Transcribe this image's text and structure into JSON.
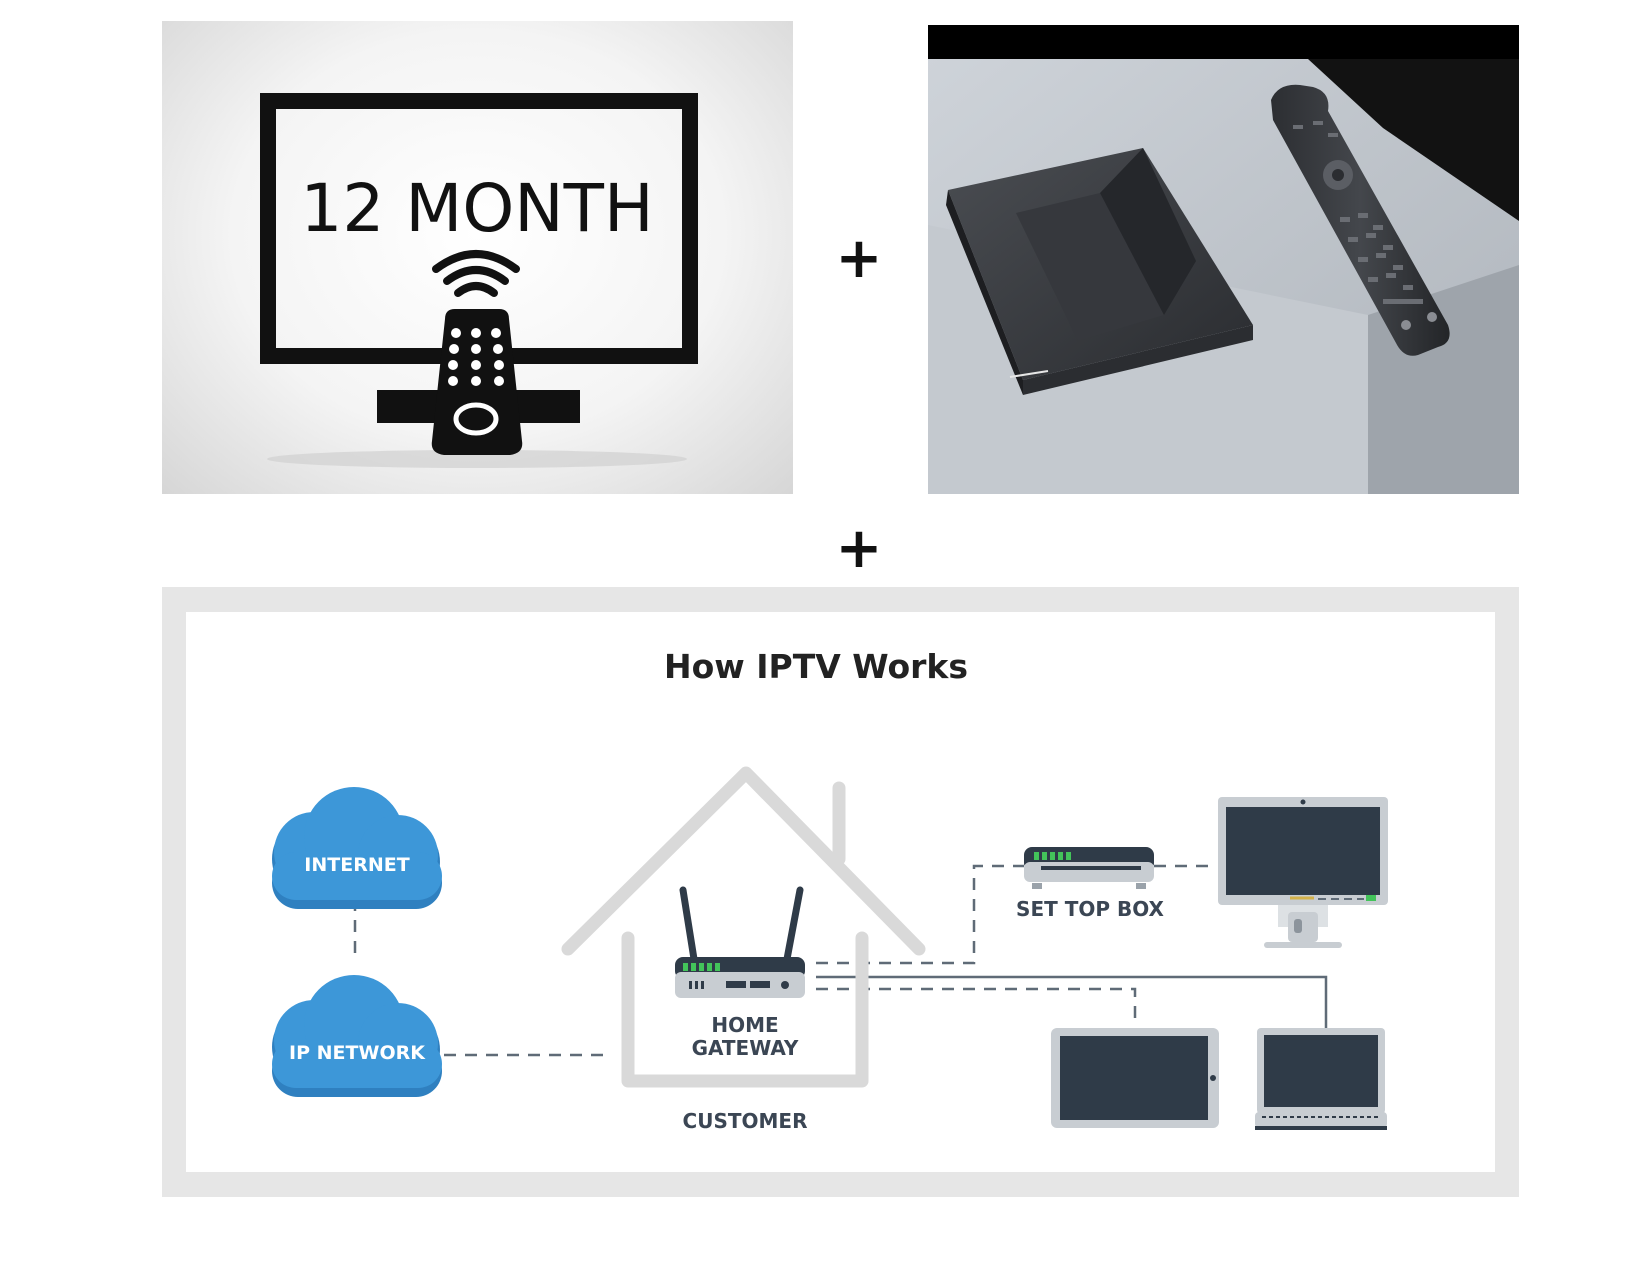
{
  "tv_card": {
    "headline": "12 MONTH"
  },
  "operator_symbols": {
    "first": "+",
    "second": "+"
  },
  "diagram": {
    "title": "How IPTV Works",
    "nodes": {
      "internet": "INTERNET",
      "ip_network": "IP NETWORK",
      "home_gateway_line1": "HOME",
      "home_gateway_line2": "GATEWAY",
      "customer": "CUSTOMER",
      "set_top_box": "SET TOP BOX"
    }
  },
  "colors": {
    "cloud_blue": "#3d97d8",
    "cloud_dark": "#2f80c0",
    "screen_dark": "#2f3b48",
    "device_frame": "#c8cdd2",
    "house_outline": "#d9d9d9",
    "led_green": "#43c45a",
    "line_gray": "#5f6b77"
  },
  "icons": [
    "tv-remote-icon",
    "wifi-signal-icon",
    "set-top-box-photo",
    "remote-control-photo",
    "cloud-icon",
    "router-icon",
    "house-icon",
    "monitor-icon",
    "tablet-icon",
    "laptop-icon"
  ]
}
